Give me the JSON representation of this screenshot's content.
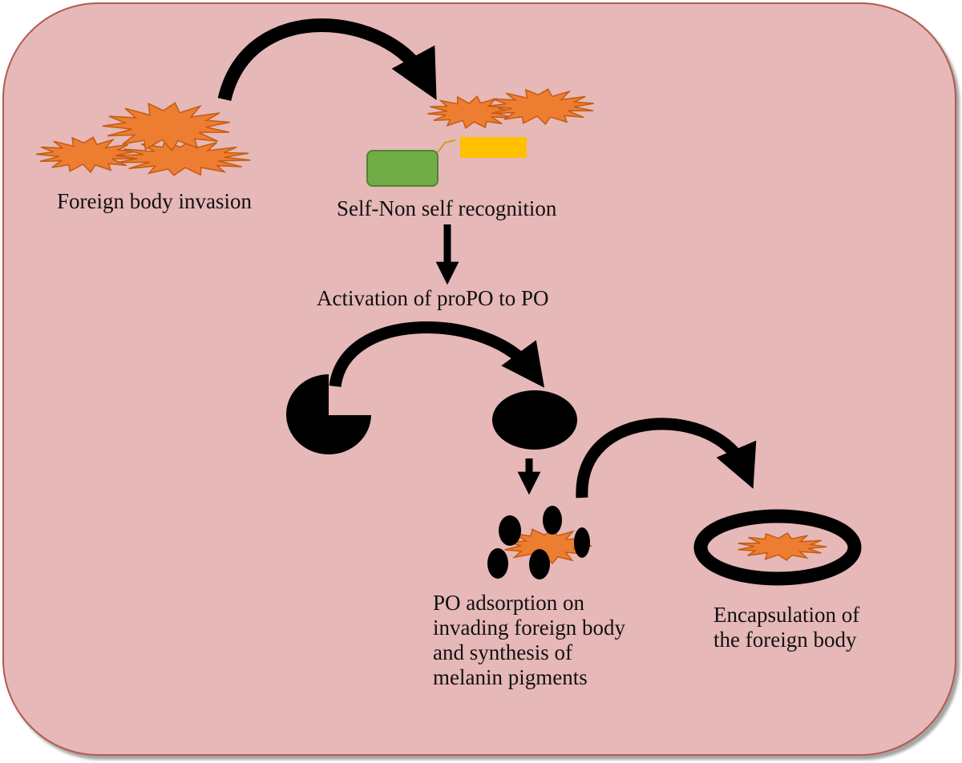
{
  "colors": {
    "background": "#e6b8b7",
    "border": "#b35a52",
    "foreign_body_fill": "#ed7d31",
    "foreign_body_outline": "#c55a11",
    "receptor": "#70ad47",
    "receptor_outline": "#548235",
    "ligand": "#ffc000",
    "ink": "#000000"
  },
  "labels": {
    "invasion": "Foreign body invasion",
    "recognition": "Self-Non self recognition",
    "activation": "Activation of proPO to PO",
    "adsorption": [
      "PO adsorption on",
      "invading foreign body",
      "and synthesis of",
      "melanin pigments"
    ],
    "encapsulation": [
      "Encapsulation of",
      "the foreign body"
    ]
  },
  "icons": {
    "foreign_body": "orange-starburst-icon",
    "receptor": "green-receptor-icon",
    "ligand": "yellow-ligand-icon",
    "propo": "pie-wedge-icon",
    "po": "black-ellipse-icon",
    "melanin": "black-dot-icon",
    "capsule": "black-ring-icon",
    "curved_arrow": "curved-arrow-icon",
    "down_arrow": "down-arrow-icon"
  }
}
